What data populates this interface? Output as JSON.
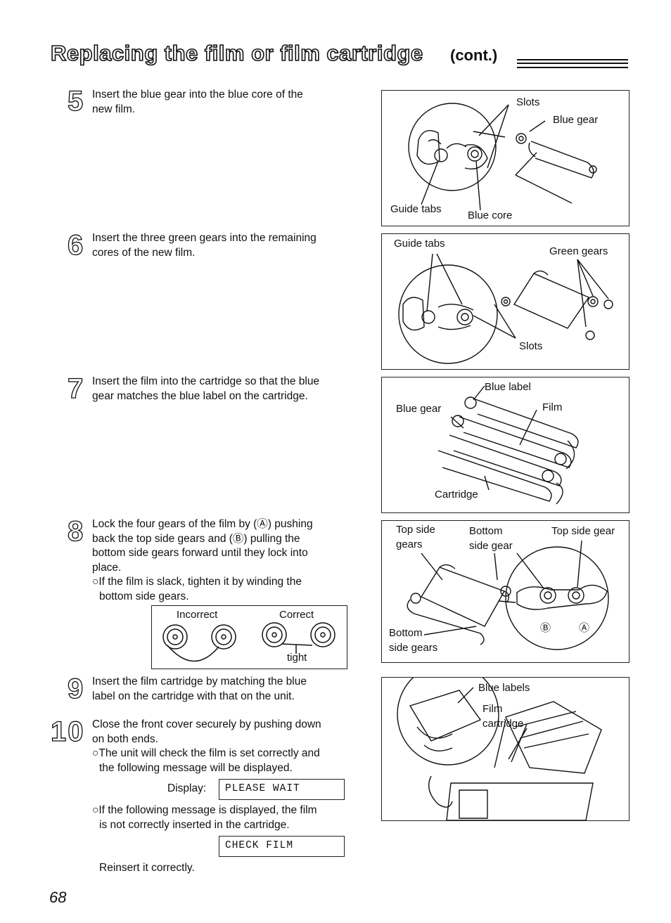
{
  "header": {
    "title": "Replacing the film or film cartridge",
    "title_suffix": "(cont.)"
  },
  "steps": [
    {
      "number": "5",
      "text": [
        "Insert the blue gear into the blue core of the",
        "new film."
      ]
    },
    {
      "number": "6",
      "text": [
        "Insert the three green gears into the remaining",
        "cores of the new film."
      ]
    },
    {
      "number": "7",
      "text": [
        "Insert the film into the cartridge so that the blue",
        "gear matches the blue label on the cartridge."
      ]
    },
    {
      "number": "8",
      "text": [
        "Lock the four gears of the film by (Ⓐ) pushing",
        "back the top side gears and (Ⓑ) pulling the",
        "bottom side gears forward until they lock into",
        "place."
      ],
      "note": [
        "○If the film is slack, tighten it by winding the",
        "bottom side gears."
      ]
    },
    {
      "number": "9",
      "text": [
        "Insert the film cartridge by matching the blue",
        "label on the cartridge with that on the unit."
      ]
    },
    {
      "number": "10",
      "text": [
        "Close the front cover securely by pushing down",
        "on both ends."
      ],
      "note": [
        "○The unit will check the film is set correctly and",
        "the following message will be displayed."
      ],
      "display_label": "Display:",
      "display_ok": "PLEASE WAIT",
      "note2": [
        "○If the following message is displayed, the film",
        "is not correctly inserted in the cartridge."
      ],
      "display_err": "CHECK FILM",
      "after": "Reinsert it correctly."
    }
  ],
  "tension_box": {
    "incorrect": "Incorrect",
    "correct": "Correct",
    "tight": "tight"
  },
  "figures": {
    "fig5": {
      "slots": "Slots",
      "blue_gear": "Blue gear",
      "guide_tabs": "Guide tabs",
      "blue_core": "Blue core"
    },
    "fig6": {
      "guide_tabs": "Guide tabs",
      "green_gears": "Green gears",
      "slots": "Slots"
    },
    "fig7": {
      "blue_label": "Blue label",
      "blue_gear": "Blue gear",
      "film": "Film",
      "cartridge": "Cartridge"
    },
    "fig8": {
      "top_side_gears_1": "Top side",
      "top_side_gears_2": "gears",
      "bottom_side_gear_1": "Bottom",
      "bottom_side_gear_2": "side gear",
      "top_side_gear": "Top side gear",
      "bottom_side_gears_1": "Bottom",
      "bottom_side_gears_2": "side gears",
      "b": "Ⓑ",
      "a": "Ⓐ"
    },
    "fig9": {
      "blue_labels": "Blue labels",
      "film_1": "Film",
      "film_2": "cartridge"
    }
  },
  "footer": {
    "page_number": "68"
  }
}
